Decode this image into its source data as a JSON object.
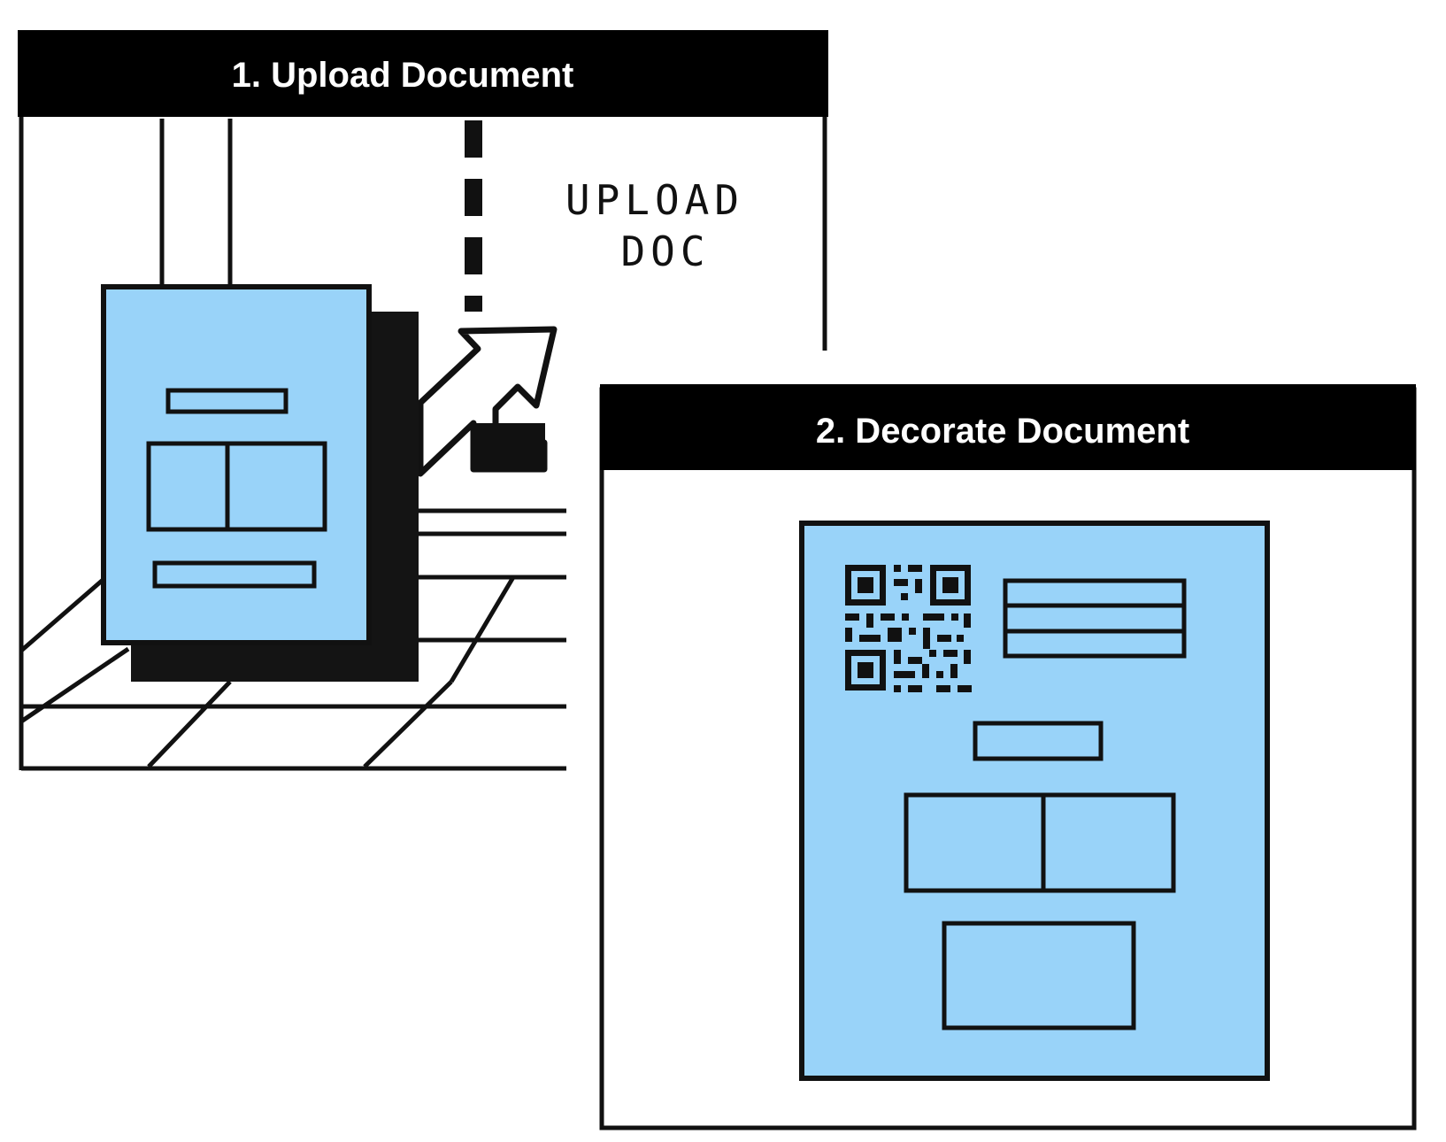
{
  "panels": [
    {
      "title": "1. Upload Document",
      "note_line1": "UPLOAD",
      "note_line2": "DOC"
    },
    {
      "title": "2. Decorate Document"
    }
  ],
  "colors": {
    "ink": "#111111",
    "doc_fill": "#99d3f9",
    "header_bg": "#000000",
    "paper": "#ffffff"
  },
  "icons": [
    "document-icon",
    "upload-arrow-icon",
    "qr-code-icon",
    "conveyor-belt-icon"
  ]
}
